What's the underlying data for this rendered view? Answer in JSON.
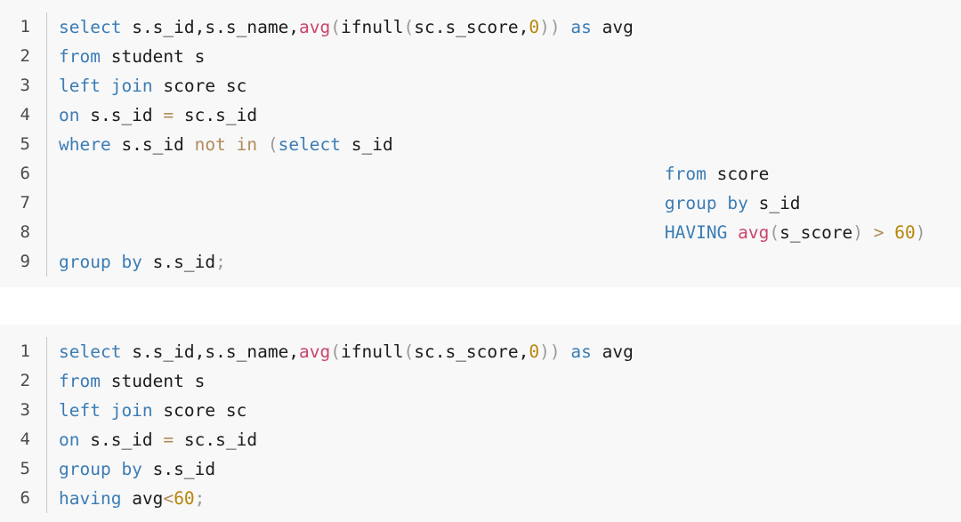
{
  "page": {
    "background": "#ffffff",
    "block_background": "#f8f8f8",
    "gutter_rule_color": "#c8c8c8",
    "line_number_color": "#4a4a4a"
  },
  "token_colors": {
    "keyword": "#3b7cb5",
    "function": "#c9456b",
    "number": "#b5860b",
    "operator": "#b08a5a",
    "punctuation": "#9a9a9a",
    "plain": "#1c1c1c"
  },
  "blocks": [
    {
      "id": "sql-block-1",
      "language": "sql",
      "plain_text": "select s.s_id,s.s_name,avg(ifnull(sc.s_score,0)) as avg\nfrom student s\nleft join score sc\non s.s_id = sc.s_id\nwhere s.s_id not in (select s_id\n                                                          from score\n                                                          group by s_id\n                                                          HAVING avg(s_score) > 60)\ngroup by s.s_id;",
      "lines": [
        {
          "number": "1",
          "tokens": [
            {
              "t": "select",
              "c": "keyword"
            },
            {
              "t": " ",
              "c": "plain"
            },
            {
              "t": "s.s_id,s.s_name,",
              "c": "plain"
            },
            {
              "t": "avg",
              "c": "function"
            },
            {
              "t": "(",
              "c": "punct"
            },
            {
              "t": "ifnull",
              "c": "plain"
            },
            {
              "t": "(",
              "c": "punct"
            },
            {
              "t": "sc.s_score,",
              "c": "plain"
            },
            {
              "t": "0",
              "c": "number"
            },
            {
              "t": "))",
              "c": "punct"
            },
            {
              "t": " ",
              "c": "plain"
            },
            {
              "t": "as",
              "c": "keyword"
            },
            {
              "t": " ",
              "c": "plain"
            },
            {
              "t": "avg",
              "c": "plain"
            }
          ]
        },
        {
          "number": "2",
          "tokens": [
            {
              "t": "from",
              "c": "keyword"
            },
            {
              "t": " student s",
              "c": "plain"
            }
          ]
        },
        {
          "number": "3",
          "tokens": [
            {
              "t": "left join",
              "c": "keyword"
            },
            {
              "t": " score sc",
              "c": "plain"
            }
          ]
        },
        {
          "number": "4",
          "tokens": [
            {
              "t": "on",
              "c": "keyword"
            },
            {
              "t": " s.s_id ",
              "c": "plain"
            },
            {
              "t": "=",
              "c": "operator"
            },
            {
              "t": " sc.s_id",
              "c": "plain"
            }
          ]
        },
        {
          "number": "5",
          "tokens": [
            {
              "t": "where",
              "c": "keyword"
            },
            {
              "t": " s.s_id ",
              "c": "plain"
            },
            {
              "t": "not in",
              "c": "operator"
            },
            {
              "t": " ",
              "c": "plain"
            },
            {
              "t": "(",
              "c": "punct"
            },
            {
              "t": "select",
              "c": "keyword"
            },
            {
              "t": " s_id",
              "c": "plain"
            }
          ]
        },
        {
          "number": "6",
          "tokens": [
            {
              "t": "                                                          ",
              "c": "plain"
            },
            {
              "t": "from",
              "c": "keyword"
            },
            {
              "t": " score",
              "c": "plain"
            }
          ]
        },
        {
          "number": "7",
          "tokens": [
            {
              "t": "                                                          ",
              "c": "plain"
            },
            {
              "t": "group by",
              "c": "keyword"
            },
            {
              "t": " s_id",
              "c": "plain"
            }
          ]
        },
        {
          "number": "8",
          "tokens": [
            {
              "t": "                                                          ",
              "c": "plain"
            },
            {
              "t": "HAVING",
              "c": "keyword"
            },
            {
              "t": " ",
              "c": "plain"
            },
            {
              "t": "avg",
              "c": "function"
            },
            {
              "t": "(",
              "c": "punct"
            },
            {
              "t": "s_score",
              "c": "plain"
            },
            {
              "t": ")",
              "c": "punct"
            },
            {
              "t": " ",
              "c": "plain"
            },
            {
              "t": ">",
              "c": "operator"
            },
            {
              "t": " ",
              "c": "plain"
            },
            {
              "t": "60",
              "c": "number"
            },
            {
              "t": ")",
              "c": "punct"
            }
          ]
        },
        {
          "number": "9",
          "tokens": [
            {
              "t": "group by",
              "c": "keyword"
            },
            {
              "t": " s.s_id",
              "c": "plain"
            },
            {
              "t": ";",
              "c": "punct"
            }
          ]
        }
      ]
    },
    {
      "id": "sql-block-2",
      "language": "sql",
      "plain_text": "select s.s_id,s.s_name,avg(ifnull(sc.s_score,0)) as avg\nfrom student s\nleft join score sc\non s.s_id = sc.s_id\ngroup by s.s_id\nhaving avg<60;",
      "lines": [
        {
          "number": "1",
          "tokens": [
            {
              "t": "select",
              "c": "keyword"
            },
            {
              "t": " ",
              "c": "plain"
            },
            {
              "t": "s.s_id,s.s_name,",
              "c": "plain"
            },
            {
              "t": "avg",
              "c": "function"
            },
            {
              "t": "(",
              "c": "punct"
            },
            {
              "t": "ifnull",
              "c": "plain"
            },
            {
              "t": "(",
              "c": "punct"
            },
            {
              "t": "sc.s_score,",
              "c": "plain"
            },
            {
              "t": "0",
              "c": "number"
            },
            {
              "t": "))",
              "c": "punct"
            },
            {
              "t": " ",
              "c": "plain"
            },
            {
              "t": "as",
              "c": "keyword"
            },
            {
              "t": " ",
              "c": "plain"
            },
            {
              "t": "avg",
              "c": "plain"
            }
          ]
        },
        {
          "number": "2",
          "tokens": [
            {
              "t": "from",
              "c": "keyword"
            },
            {
              "t": " student s",
              "c": "plain"
            }
          ]
        },
        {
          "number": "3",
          "tokens": [
            {
              "t": "left join",
              "c": "keyword"
            },
            {
              "t": " score sc",
              "c": "plain"
            }
          ]
        },
        {
          "number": "4",
          "tokens": [
            {
              "t": "on",
              "c": "keyword"
            },
            {
              "t": " s.s_id ",
              "c": "plain"
            },
            {
              "t": "=",
              "c": "operator"
            },
            {
              "t": " sc.s_id",
              "c": "plain"
            }
          ]
        },
        {
          "number": "5",
          "tokens": [
            {
              "t": "group by",
              "c": "keyword"
            },
            {
              "t": " s.s_id",
              "c": "plain"
            }
          ]
        },
        {
          "number": "6",
          "tokens": [
            {
              "t": "having",
              "c": "keyword"
            },
            {
              "t": " ",
              "c": "plain"
            },
            {
              "t": "avg",
              "c": "plain"
            },
            {
              "t": "<",
              "c": "operator"
            },
            {
              "t": "60",
              "c": "number"
            },
            {
              "t": ";",
              "c": "punct"
            }
          ]
        }
      ]
    }
  ]
}
